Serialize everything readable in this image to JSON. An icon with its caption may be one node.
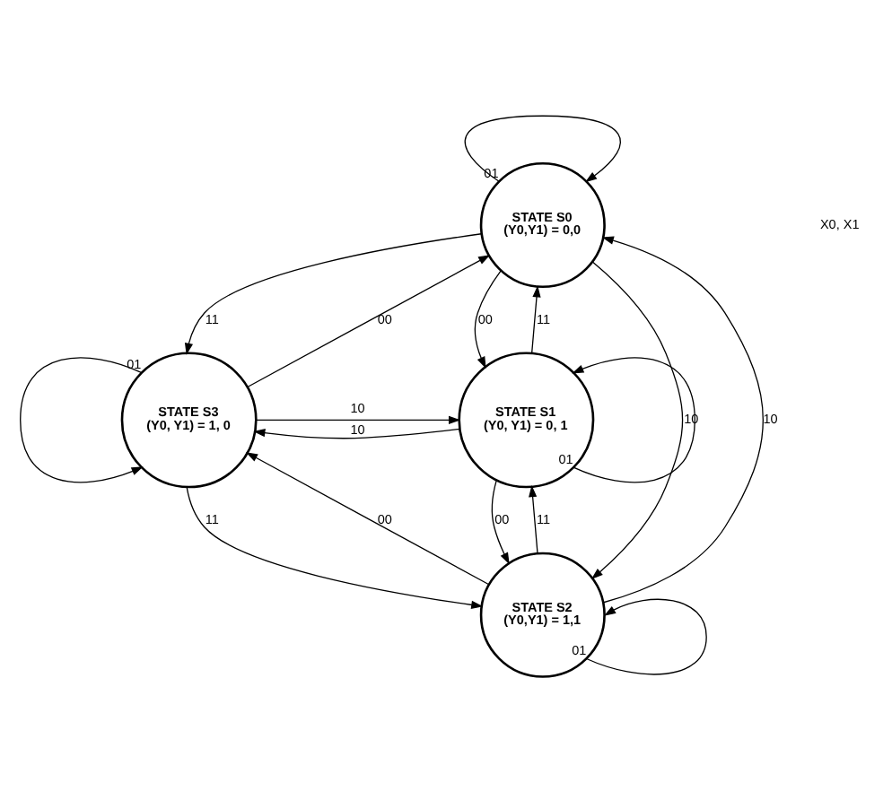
{
  "diagram": {
    "nodes": [
      {
        "text": [
          "STATE S0",
          "(Y0,Y1) = 0,0"
        ]
      },
      {
        "text": [
          "STATE S3",
          "(Y0, Y1) = 1, 0"
        ]
      },
      {
        "text": [
          "STATE S1",
          "(Y0, Y1) = 0, 1"
        ]
      },
      {
        "text": [
          "STATE S2",
          "(Y0,Y1) = 1,1"
        ]
      }
    ],
    "edges": [
      {
        "from": 0,
        "to": 0,
        "label": "01",
        "arrow": "to"
      },
      {
        "from": 0,
        "to": 2,
        "label": "00",
        "arrow": "to"
      },
      {
        "from": 2,
        "to": 0,
        "label": "11",
        "arrow": "to"
      },
      {
        "from": 0,
        "to": 1,
        "label": "11",
        "arrow": "to"
      },
      {
        "from": 1,
        "to": 0,
        "label": "00",
        "arrow": "to"
      },
      {
        "from": 2,
        "to": 2,
        "label": "01",
        "arrow": "to"
      },
      {
        "from": 1,
        "to": 2,
        "label": "10",
        "arrow": "to"
      },
      {
        "from": 2,
        "to": 1,
        "label": "10",
        "arrow": "to"
      },
      {
        "from": 3,
        "to": 3,
        "label": "01",
        "arrow": "to"
      },
      {
        "from": 0,
        "to": 3,
        "label": "10",
        "arrow": "to"
      },
      {
        "from": 3,
        "to": 0,
        "label": "10",
        "arrow": "to"
      },
      {
        "from": 1,
        "to": 3,
        "label": "11",
        "arrow": "to"
      },
      {
        "from": 3,
        "to": 2,
        "label": "11",
        "arrow": "to"
      },
      {
        "from": 2,
        "to": 3,
        "label": "00",
        "arrow": "to"
      },
      {
        "from": 3,
        "to": 1,
        "label": "00",
        "arrow": "to"
      },
      {
        "from": 1,
        "to": 1,
        "label": "01",
        "arrow": "to"
      }
    ],
    "labels": [
      "X0, X1"
    ]
  }
}
